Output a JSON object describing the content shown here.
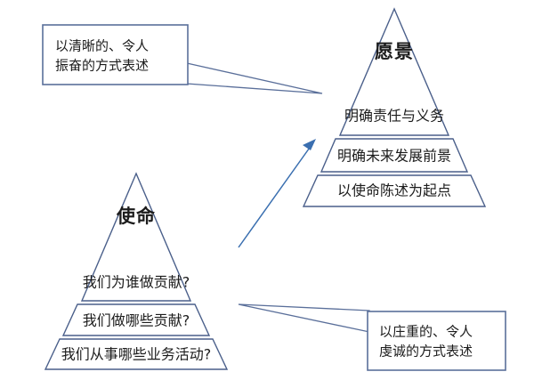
{
  "diagram": {
    "title": "愿景与使命金字塔图",
    "background_color": "#ffffff",
    "line_color": "#4a5f8a",
    "callout_border_color": "#5a6f9a",
    "arrow_color": "#3a6fb0",
    "text_color": "#1c1c1c"
  },
  "vision_pyramid": {
    "name": "vision-pyramid",
    "title": "愿景",
    "bands": [
      {
        "label": "明确责任与义务"
      },
      {
        "label": "明确未来发展前景"
      },
      {
        "label": "以使命陈述为起点"
      }
    ]
  },
  "mission_pyramid": {
    "name": "mission-pyramid",
    "title": "使命",
    "bands": [
      {
        "label": "我们为谁做贡献?"
      },
      {
        "label": "我们做哪些贡献?"
      },
      {
        "label": "我们从事哪些业务活动?"
      }
    ]
  },
  "callouts": [
    {
      "name": "vision-callout",
      "line1": "以清晰的、令人",
      "line2": "振奋的方式表述"
    },
    {
      "name": "mission-callout",
      "line1": "以庄重的、令人",
      "line2": "虔诚的方式表述"
    }
  ],
  "connector": {
    "name": "mission-to-vision-arrow",
    "from": "mission-pyramid",
    "to": "vision-pyramid"
  }
}
